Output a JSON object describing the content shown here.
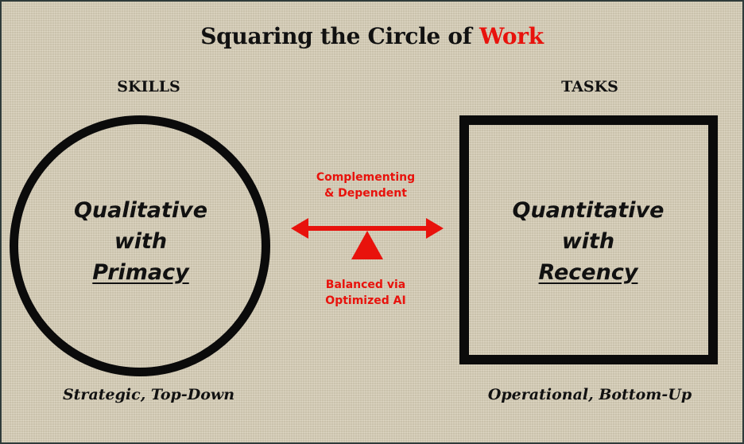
{
  "title": {
    "prefix": "Squaring the Circle of ",
    "highlight": "Work"
  },
  "left": {
    "heading": "SKILLS",
    "shape": "circle",
    "lines": [
      "Qualitative",
      "with",
      "Primacy"
    ],
    "footer": "Strategic, Top-Down"
  },
  "right": {
    "heading": "TASKS",
    "shape": "square",
    "lines": [
      "Quantitative",
      "with",
      "Recency"
    ],
    "footer": "Operational, Bottom-Up"
  },
  "middle": {
    "top_lines": [
      "Complementing",
      "& Dependent"
    ],
    "bottom_lines": [
      "Balanced via",
      "Optimized AI"
    ]
  },
  "colors": {
    "accent_red": "#e8120c",
    "ink": "#0b0b0b",
    "background": "#d8cfb8"
  },
  "icons": {
    "balance": "double-headed-arrow-on-triangle-fulcrum"
  }
}
